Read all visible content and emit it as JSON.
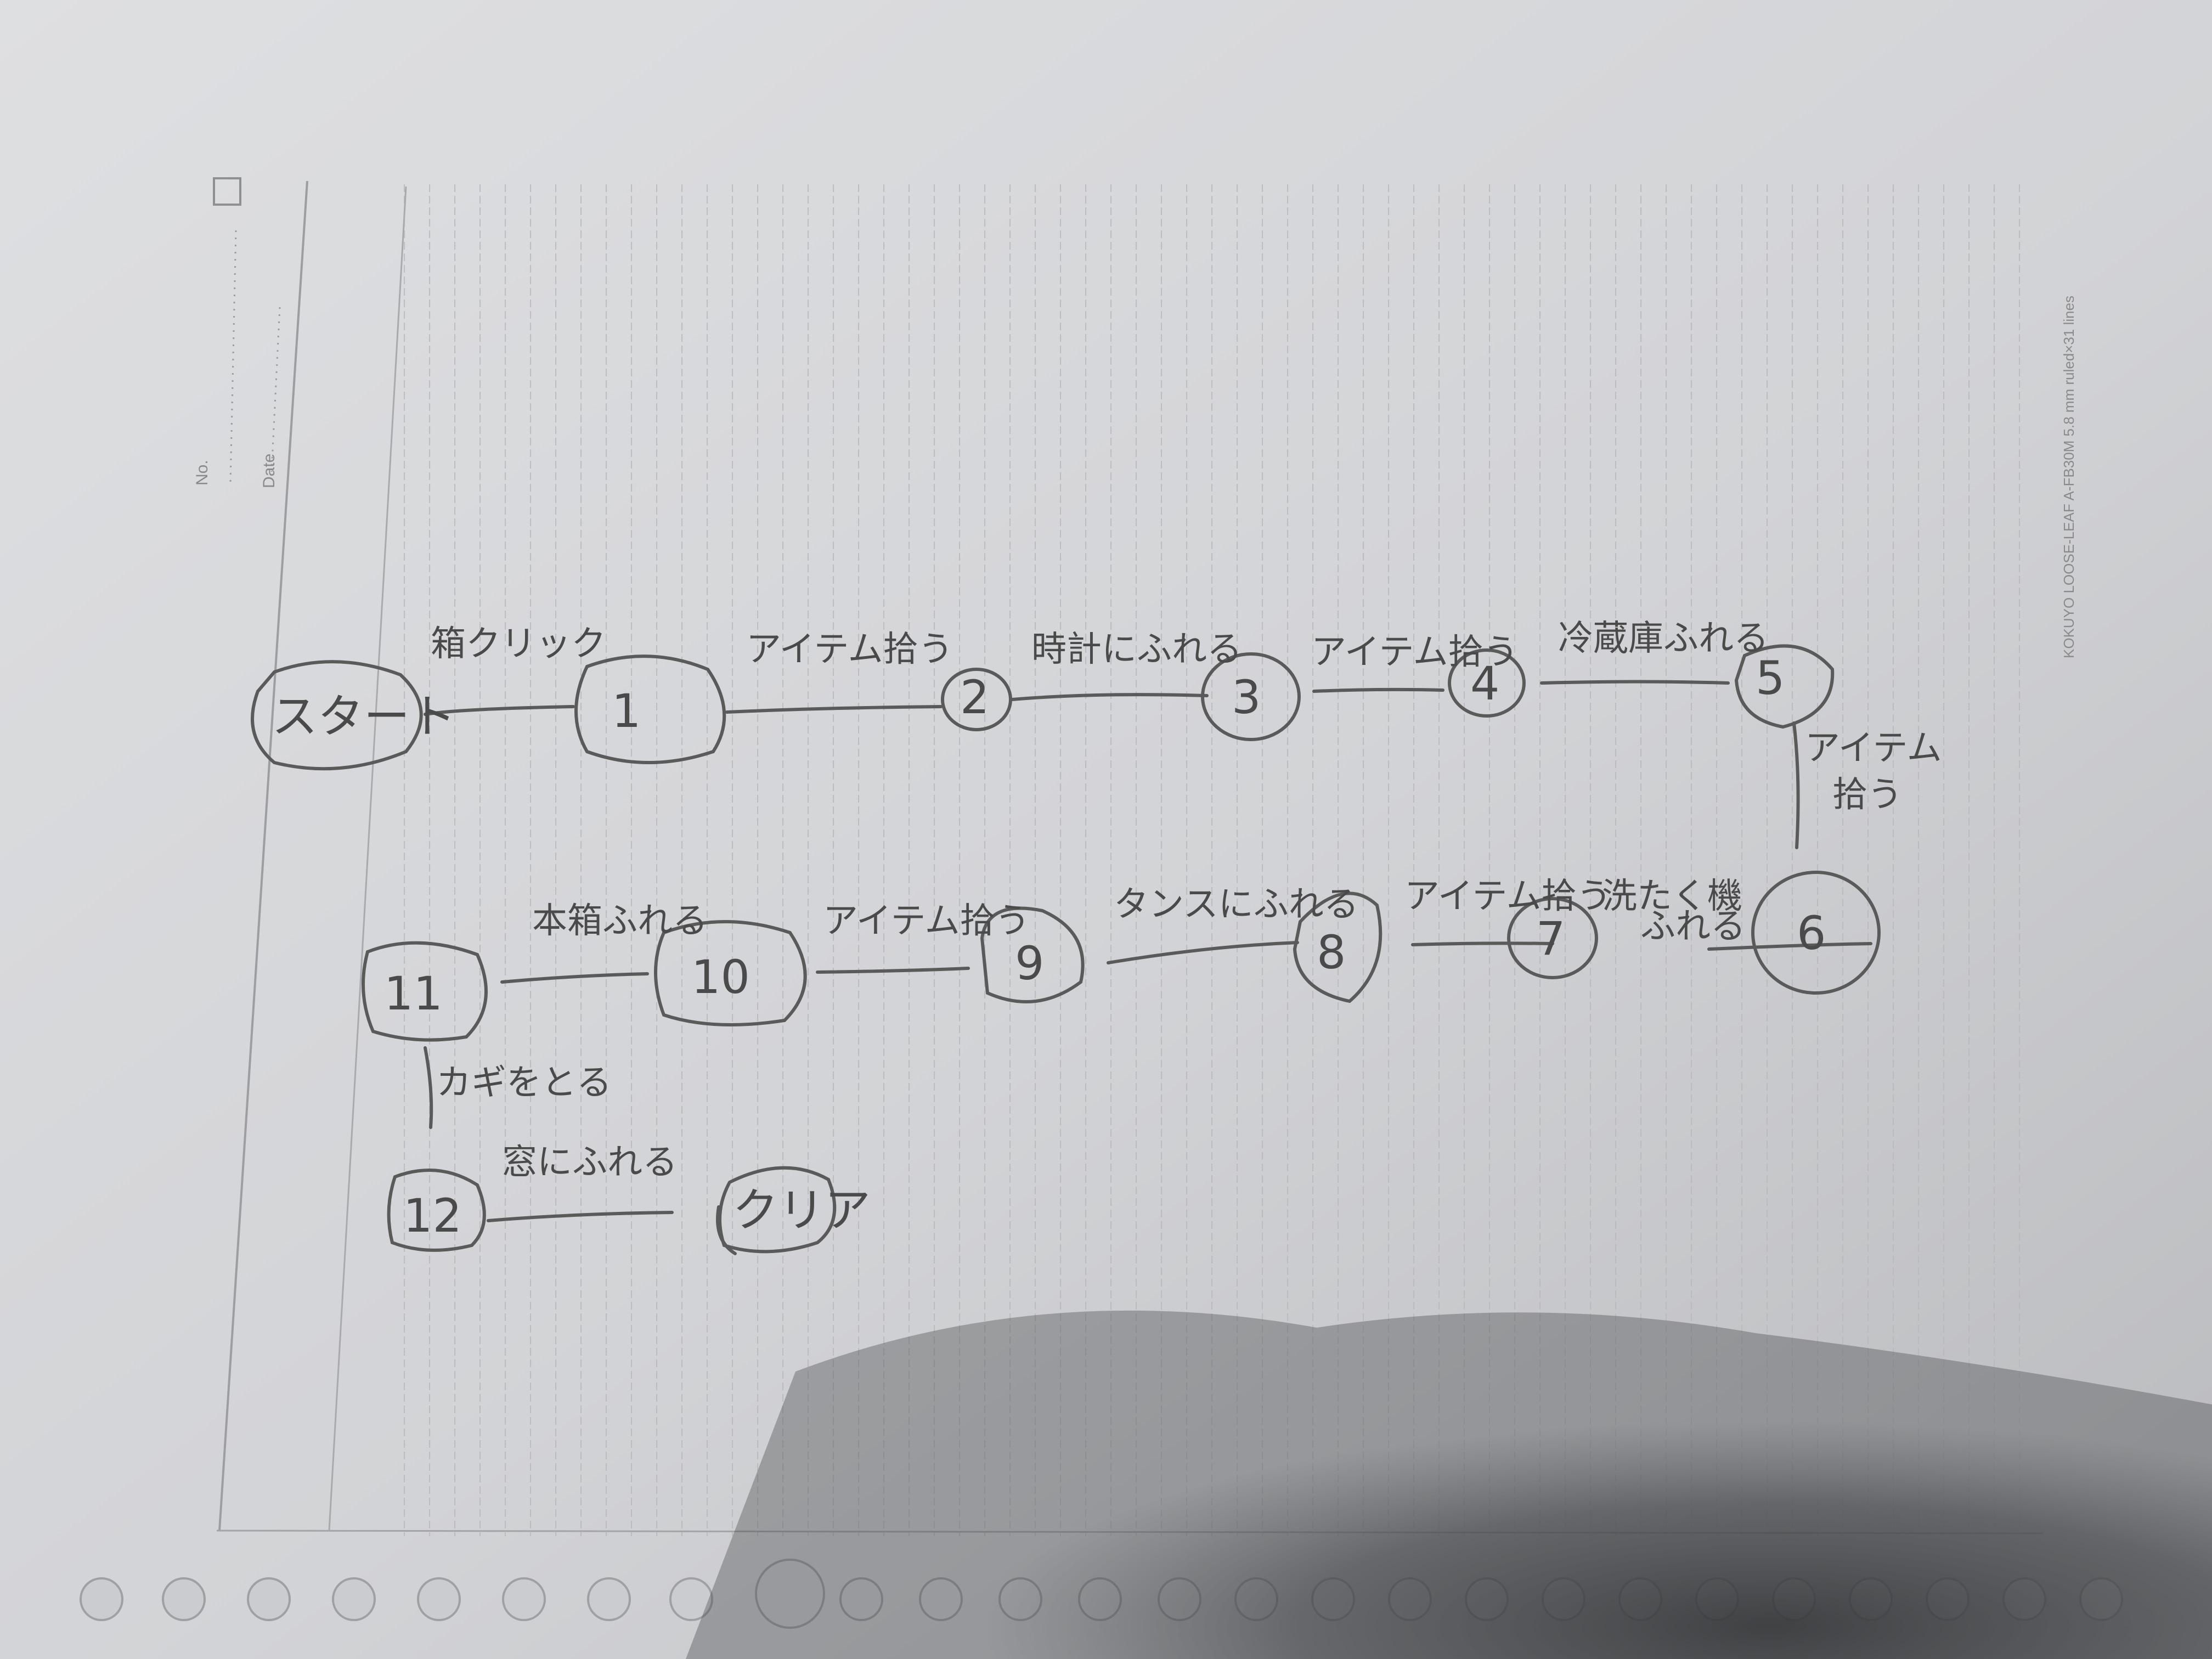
{
  "sheet": {
    "header_no_label": "No.",
    "header_date_label": "Date",
    "side_print": "KOKUYO LOOSE-LEAF   A-FB30M   5.8 mm ruled×31 lines"
  },
  "diagram": {
    "nodes": [
      {
        "id": "start",
        "label": "スタート"
      },
      {
        "id": "n1",
        "label": "1"
      },
      {
        "id": "n2",
        "label": "2"
      },
      {
        "id": "n3",
        "label": "3"
      },
      {
        "id": "n4",
        "label": "4"
      },
      {
        "id": "n5",
        "label": "5"
      },
      {
        "id": "n6",
        "label": "6"
      },
      {
        "id": "n7",
        "label": "7"
      },
      {
        "id": "n8",
        "label": "8"
      },
      {
        "id": "n9",
        "label": "9"
      },
      {
        "id": "n10",
        "label": "10"
      },
      {
        "id": "n11",
        "label": "11"
      },
      {
        "id": "n12",
        "label": "12"
      },
      {
        "id": "clear",
        "label": "クリア"
      }
    ],
    "edges": [
      {
        "from": "start",
        "to": "n1",
        "label": "箱クリック"
      },
      {
        "from": "n1",
        "to": "n2",
        "label": "アイテム拾う"
      },
      {
        "from": "n2",
        "to": "n3",
        "label": "時計にふれる"
      },
      {
        "from": "n3",
        "to": "n4",
        "label": "アイテム拾う"
      },
      {
        "from": "n4",
        "to": "n5",
        "label": "冷蔵庫ふれる"
      },
      {
        "from": "n5",
        "to": "n6",
        "label_line1": "アイテム",
        "label_line2": "拾う"
      },
      {
        "from": "n6",
        "to": "n7",
        "label_line1": "洗たく機",
        "label_line2": "ふれる"
      },
      {
        "from": "n7",
        "to": "n8",
        "label": "アイテム拾う"
      },
      {
        "from": "n8",
        "to": "n9",
        "label": "タンスにふれる"
      },
      {
        "from": "n9",
        "to": "n10",
        "label": "アイテム拾う"
      },
      {
        "from": "n10",
        "to": "n11",
        "label": "本箱ふれる"
      },
      {
        "from": "n11",
        "to": "n12",
        "label": "カギをとる"
      },
      {
        "from": "n12",
        "to": "clear",
        "label": "窓にふれる"
      }
    ]
  }
}
